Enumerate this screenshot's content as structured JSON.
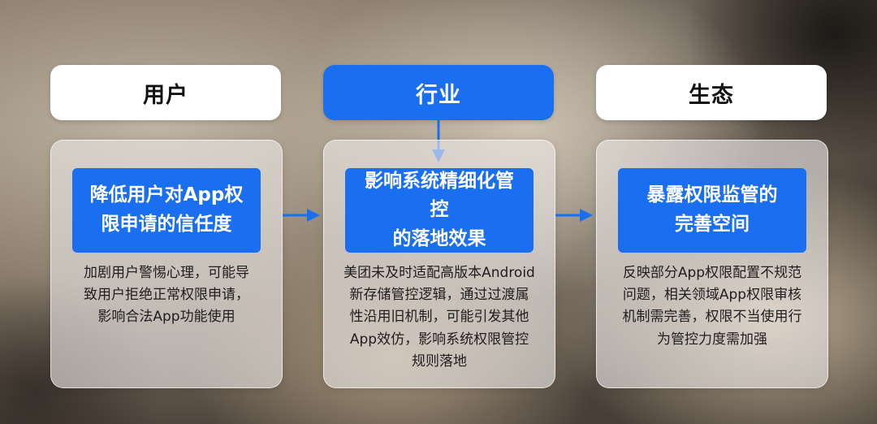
{
  "colors": {
    "accent": "#1a6ef0",
    "header_bg": "#ffffff",
    "card_bg": "#ebe9e6"
  },
  "columns": [
    {
      "header": "用户",
      "highlight": "降低用户对App权限申请的信任度",
      "highlight_lines": [
        "降低用户对App权",
        "限申请的信任度"
      ],
      "description_lines": [
        "加剧用户警惕心理，可能导",
        "致用户拒绝正常权限申请，",
        "影响合法App功能使用"
      ]
    },
    {
      "header": "行业",
      "highlight": "影响系统精细化管控的落地效果",
      "highlight_lines": [
        "影响系统精细化管控",
        "的落地效果"
      ],
      "description_lines": [
        "美团未及时适配高版本Android",
        "新存储管控逻辑，通过过渡属",
        "性沿用旧机制，可能引发其他",
        "App效仿，影响系统权限管控",
        "规则落地"
      ]
    },
    {
      "header": "生态",
      "highlight": "暴露权限监管的完善空间",
      "highlight_lines": [
        "暴露权限监管的",
        "完善空间"
      ],
      "description_lines": [
        "反映部分App权限配置不规范",
        "问题，相关领域App权限审核",
        "机制需完善，权限不当使用行",
        "为管控力度需加强"
      ]
    }
  ]
}
